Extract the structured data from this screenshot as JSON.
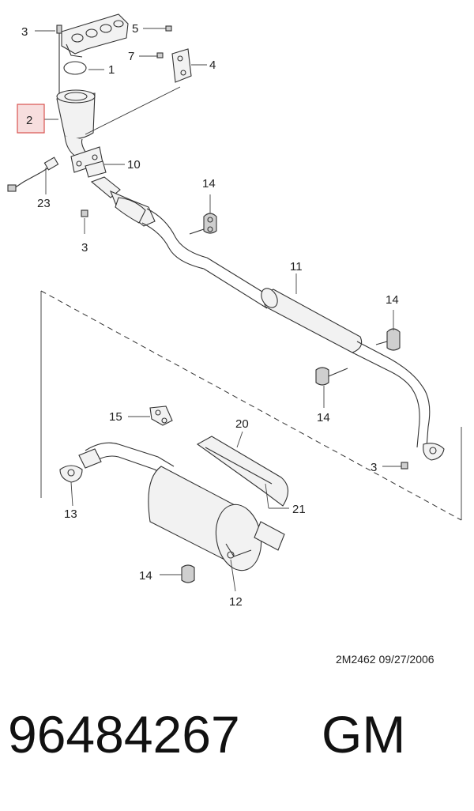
{
  "diagram": {
    "highlighted_callout": "2",
    "highlight_color": "#d9534f",
    "callouts": {
      "c1": "1",
      "c2": "2",
      "c3a": "3",
      "c3b": "3",
      "c3c": "3",
      "c4": "4",
      "c5": "5",
      "c7": "7",
      "c10": "10",
      "c11": "11",
      "c12": "12",
      "c13": "13",
      "c14a": "14",
      "c14b": "14",
      "c14c": "14",
      "c14d": "14",
      "c15": "15",
      "c20": "20",
      "c21": "21",
      "c23": "23"
    }
  },
  "footer": {
    "drawing_code": "2M2462  09/27/2006",
    "part_number": "96484267",
    "brand": "GM"
  }
}
